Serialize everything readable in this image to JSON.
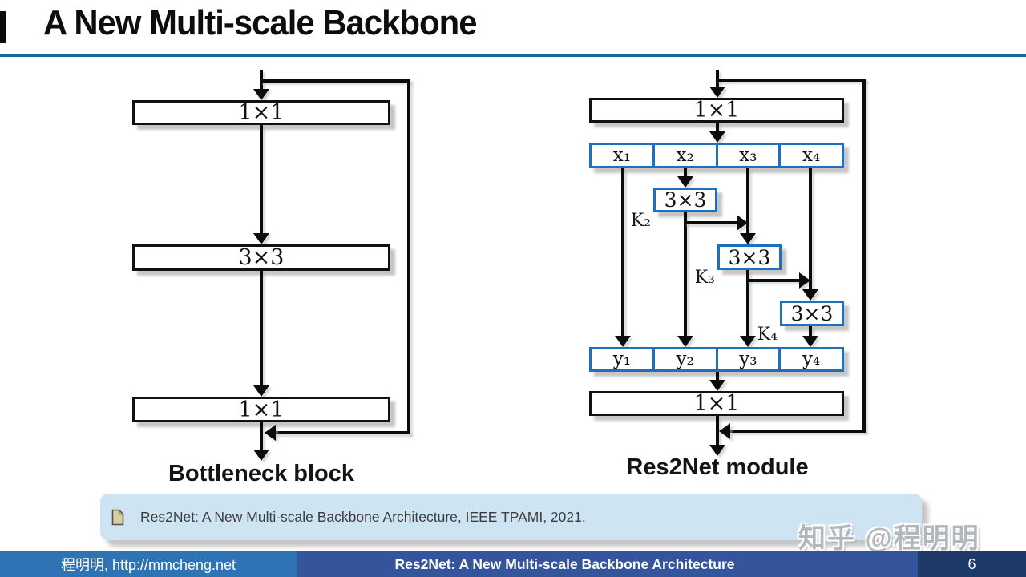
{
  "slide": {
    "title": "A New Multi-scale Backbone",
    "watermark": "知乎 @程明明",
    "citation": {
      "icon": "document-icon",
      "text": "Res2Net: A New Multi-scale Backbone Architecture, IEEE TPAMI, 2021."
    },
    "footer": {
      "left": "程明明, http://mmcheng.net",
      "center": "Res2Net: A New Multi-scale Backbone Architecture",
      "page": "6"
    }
  },
  "left_diagram": {
    "caption": "Bottleneck block",
    "conv1_label": "1×1",
    "conv2_label": "3×3",
    "conv3_label": "1×1"
  },
  "right_diagram": {
    "caption": "Res2Net module",
    "conv_in_label": "1×1",
    "conv_out_label": "1×1",
    "conv3x3_label": "3×3",
    "x_labels": [
      "x₁",
      "x₂",
      "x₃",
      "x₄"
    ],
    "y_labels": [
      "y₁",
      "y₂",
      "y₃",
      "y₄"
    ],
    "k_labels": [
      "K₂",
      "K₃",
      "K₄"
    ]
  },
  "colors": {
    "title_rule": "#15689a",
    "box_border_black": "#111111",
    "box_border_blue": "#1e6fbf",
    "citation_bg": "#cfe4f3",
    "footer_left_bg": "#2e74b5",
    "footer_center_bg": "#34559c",
    "footer_right_bg": "#1e3a68",
    "watermark_gray": "#b1b7bc"
  }
}
